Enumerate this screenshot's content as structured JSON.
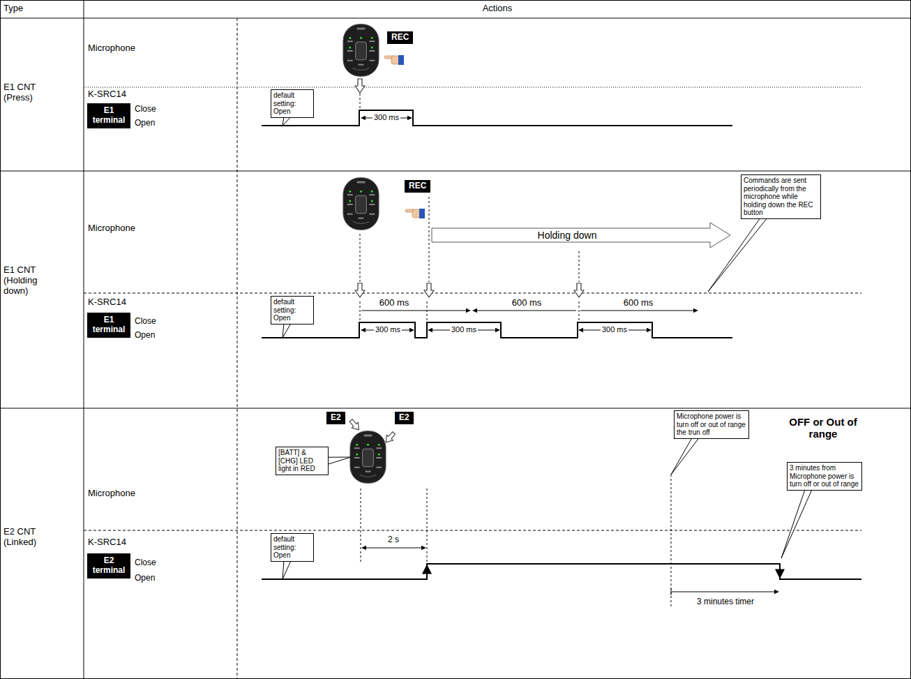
{
  "diagram": {
    "nodes": [
      {
        "text": [
          "REC"
        ]
      },
      {
        "text": [
          "default setting: Open"
        ]
      },
      {
        "text": [
          "E1 terminal"
        ]
      },
      {
        "text": [
          "REC"
        ]
      },
      {
        "text": [
          "Holding down"
        ]
      },
      {
        "text": [
          "Commands are sent periodically from the microphone while holding down the REC button"
        ]
      },
      {
        "text": [
          "default setting: Open"
        ]
      },
      {
        "text": [
          "E1 terminal"
        ]
      },
      {
        "text": [
          "E2"
        ]
      },
      {
        "text": [
          "E2"
        ]
      },
      {
        "text": [
          "[BATT] & [CHG] LED light in RED"
        ]
      },
      {
        "text": [
          "Microphone power is turn off or out of range the trun off"
        ]
      },
      {
        "text": [
          "3 minutes from Microphone power is turn off or out of range"
        ]
      },
      {
        "text": [
          "default setting: Open"
        ]
      },
      {
        "text": [
          "E2 terminal"
        ]
      }
    ],
    "labels": [
      "Type",
      "Actions",
      "Microphone",
      "E1 CNT (Press)",
      "K-SRC14",
      "Close",
      "Open",
      "300 ms",
      "Microphone",
      "E1 CNT (Holding down)",
      "K-SRC14",
      "Close",
      "Open",
      "600 ms",
      "600 ms",
      "600 ms",
      "300 ms",
      "300 ms",
      "300 ms",
      "Microphone",
      "E2 CNT (Linked)",
      "K-SRC14",
      "Close",
      "Open",
      "2 s",
      "OFF or Out of range",
      "3 minutes timer"
    ]
  }
}
